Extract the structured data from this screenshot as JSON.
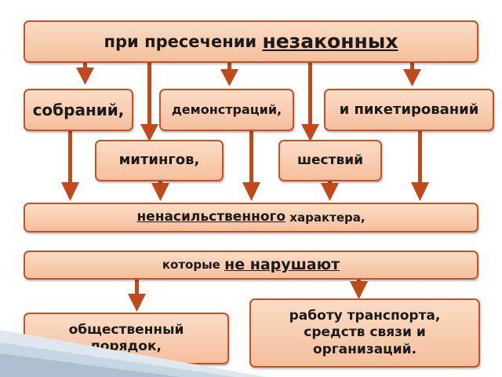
{
  "top": {
    "prefix": "при пресечении ",
    "emphasis": "незаконных"
  },
  "events": {
    "meetings": "собраний,",
    "demonstrations": "демонстраций,",
    "pickets": "и пикетирований",
    "rallies": "митингов,",
    "processions": "шествий"
  },
  "nonviolent": {
    "emphasis": "ненасильственного",
    "rest": " характера,"
  },
  "not_violating": {
    "prefix": "которые ",
    "emphasis": "не нарушают"
  },
  "public_order": {
    "line1": "общественный",
    "line2": "порядок,"
  },
  "transport": {
    "line1": "работу транспорта,",
    "line2": "средств связи и",
    "line3": "организаций."
  },
  "colors": {
    "box_fill": "#f5bf9c",
    "box_border": "#c35227",
    "arrow": "#c04a1c"
  }
}
